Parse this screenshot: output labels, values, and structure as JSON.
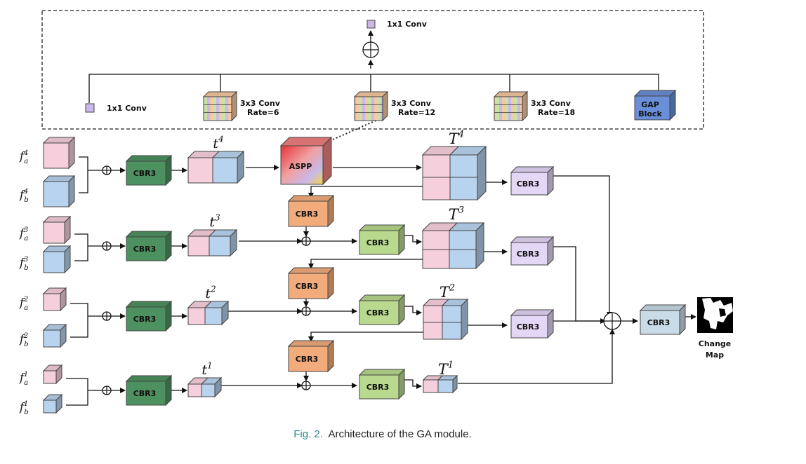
{
  "caption": {
    "fig_label": "Fig. 2.",
    "text": "Architecture of the GA module."
  },
  "aspp_block": {
    "conv1x1_top": "1x1 Conv",
    "branches": [
      {
        "label1": "1x1 Conv",
        "label2": ""
      },
      {
        "label1": "3x3 Conv",
        "label2": "Rate=6"
      },
      {
        "label1": "3x3 Conv",
        "label2": "Rate=12"
      },
      {
        "label1": "3x3 Conv",
        "label2": "Rate=18"
      },
      {
        "label1": "GAP",
        "label2": "Block"
      }
    ]
  },
  "aspp_label": "ASPP",
  "cbr_label": "CBR3",
  "inputs": {
    "fa": [
      "f_a^4",
      "f_a^3",
      "f_a^2",
      "f_a^1"
    ],
    "fb": [
      "f_b^4",
      "f_b^3",
      "f_b^2",
      "f_b^1"
    ],
    "level_sup": [
      "4",
      "3",
      "2",
      "1"
    ]
  },
  "t_labels": {
    "small": "t",
    "big": "T",
    "sup": [
      "4",
      "3",
      "2",
      "1"
    ]
  },
  "output": {
    "label_line1": "Change",
    "label_line2": "Map"
  },
  "colors": {
    "pink": "#f5cfdc",
    "blue": "#b8d3ee",
    "dark_green": "#4e9160",
    "light_green": "#b8d98e",
    "orange": "#f2ac7c",
    "lavender": "#e4d6f5",
    "gray_blue": "#c9dbe6",
    "gap_blue": "#6a8fd8"
  }
}
